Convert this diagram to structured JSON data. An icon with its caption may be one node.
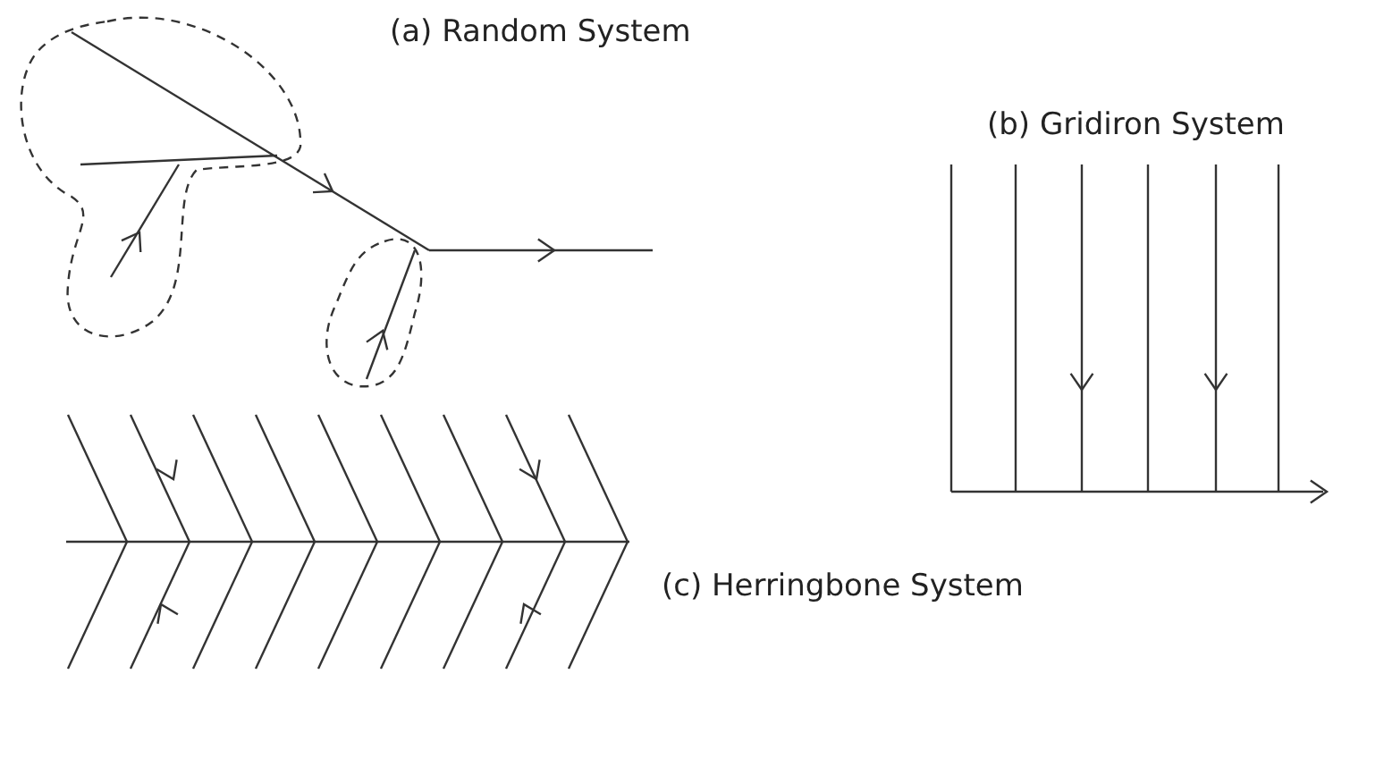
{
  "diagram": {
    "labels": [
      "(a) Random System",
      "(b) Gridiron System",
      "(c) Herringbone System"
    ]
  }
}
